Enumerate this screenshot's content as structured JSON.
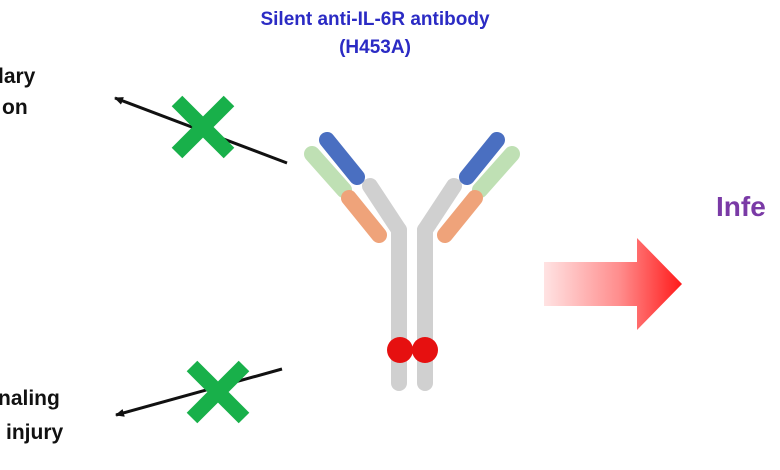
{
  "title": {
    "line1": "Silent anti-IL-6R antibody",
    "line2": "(H453A)"
  },
  "left_labels": {
    "top_line1": "lary",
    "top_line2": "on",
    "bottom_line1": "naling",
    "bottom_line2": "injury"
  },
  "right_label": "Infe",
  "colors": {
    "title": "#2b2bc4",
    "right_label": "#7a3aa6",
    "cross": "#18b04a",
    "heavy_chain": "#d0d0d0",
    "vh_domain": "#4a6fc1",
    "vl_domain": "#bfe0b4",
    "ch1_domain": "#efa37a",
    "fc_mutation": "#e61010",
    "arrow_gradient_start": "#ffe3e3",
    "arrow_gradient_end": "#ff1a1a"
  },
  "icons": [
    "cross-icon",
    "arrow-icon",
    "antibody-icon"
  ]
}
